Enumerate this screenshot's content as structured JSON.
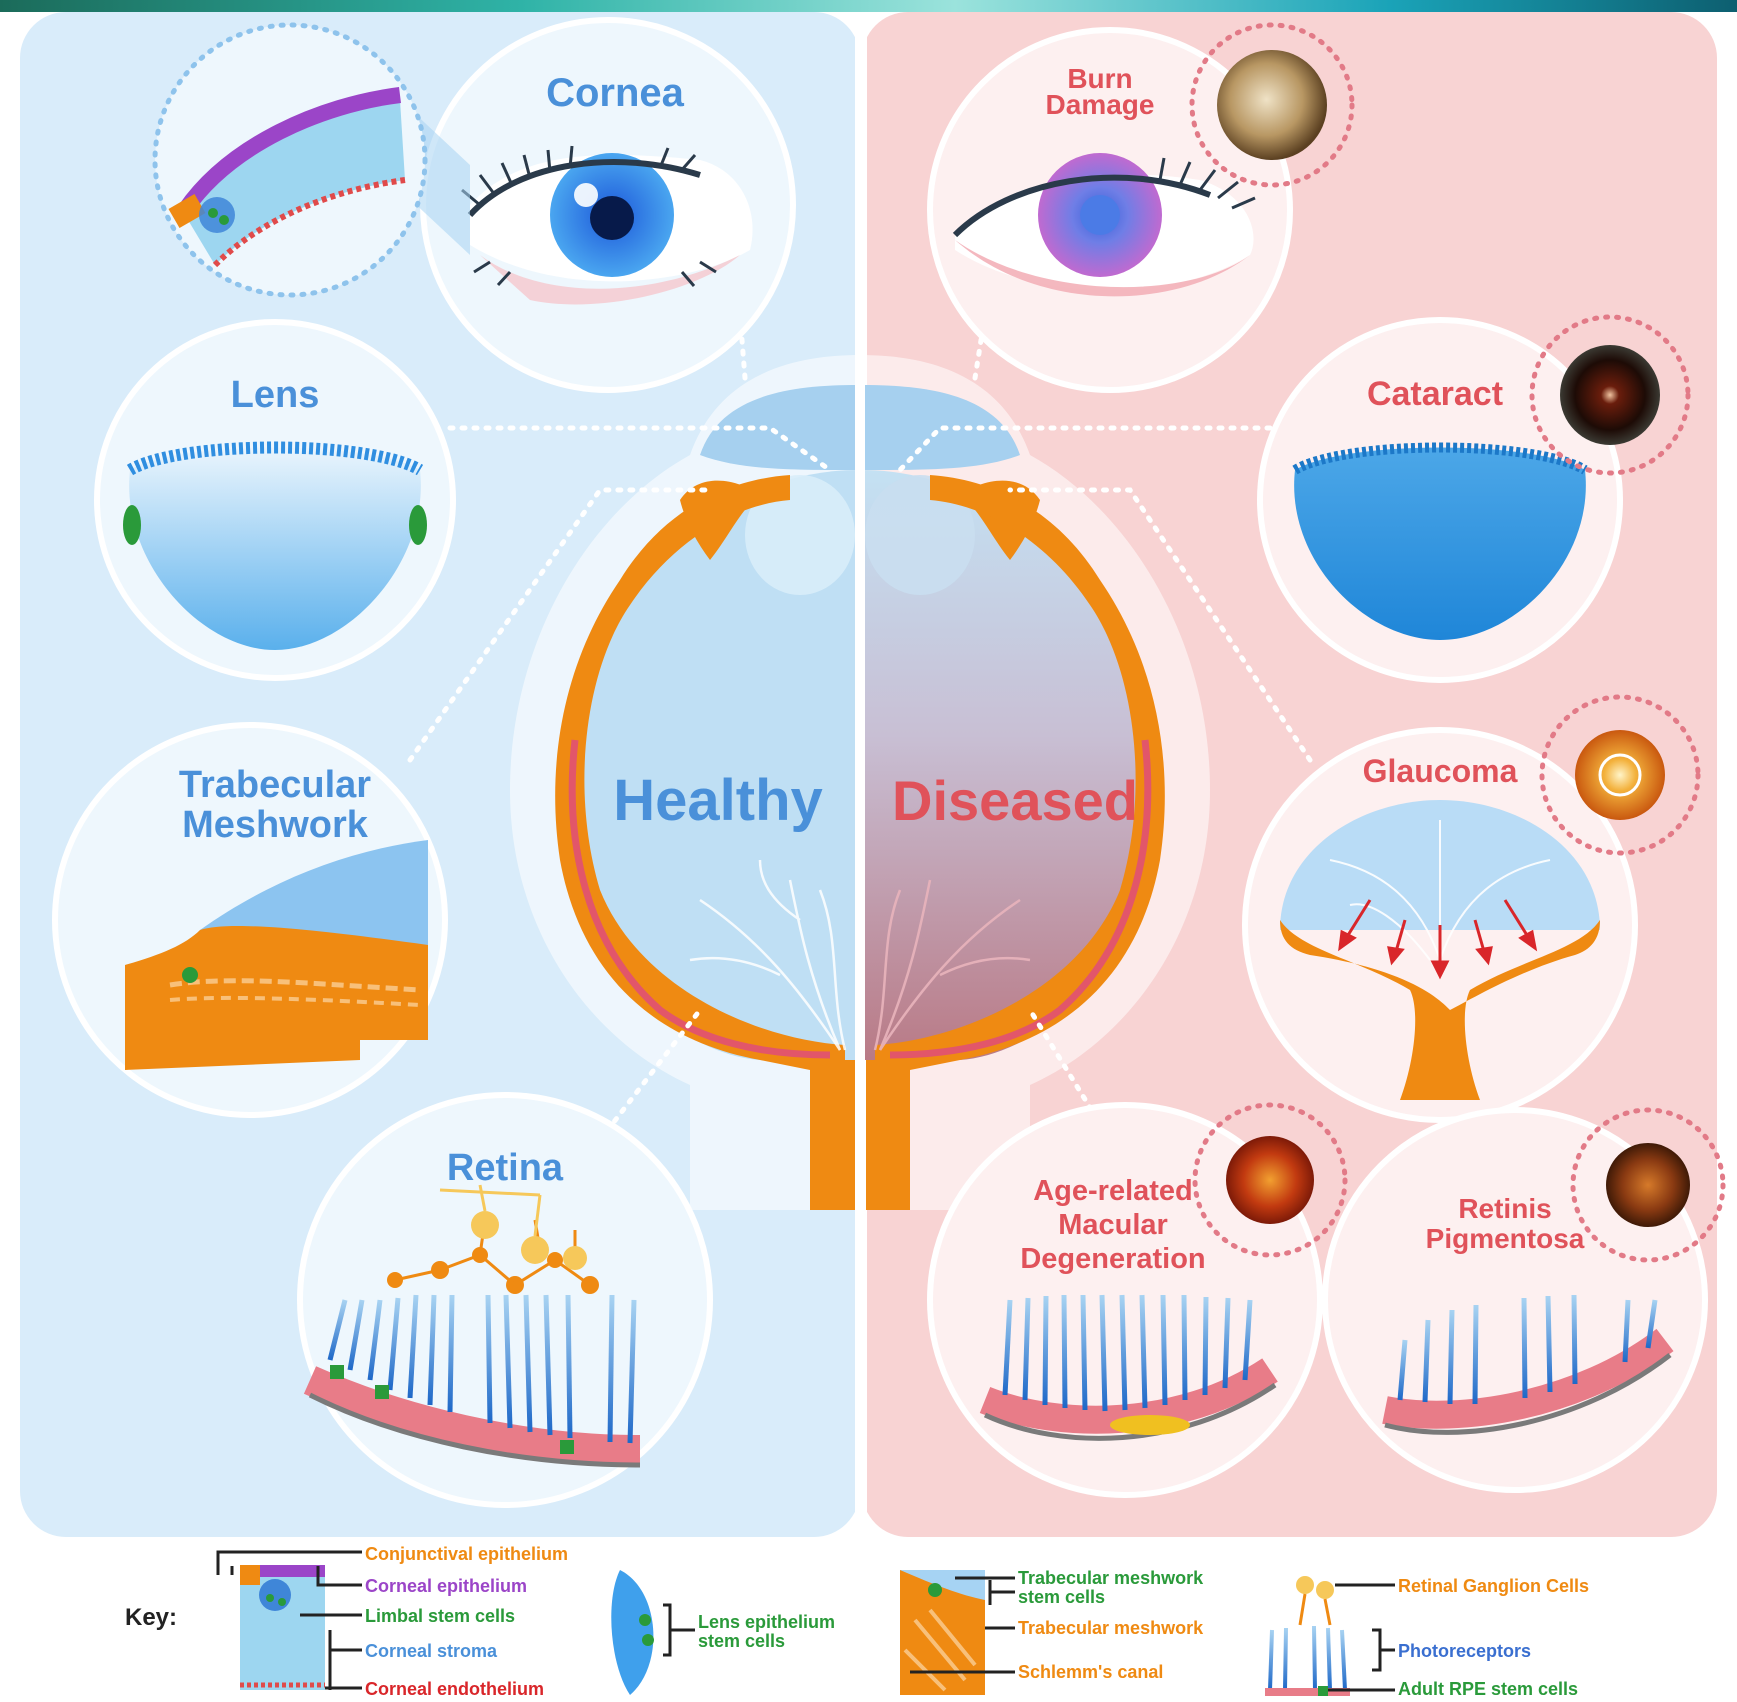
{
  "healthy": {
    "title": "Healthy",
    "cornea": "Cornea",
    "lens": "Lens",
    "trabecular_line1": "Trabecular",
    "trabecular_line2": "Meshwork",
    "retina": "Retina"
  },
  "diseased": {
    "title": "Diseased",
    "burn_line1": "Burn",
    "burn_line2": "Damage",
    "cataract": "Cataract",
    "glaucoma": "Glaucoma",
    "amd_line1": "Age-related",
    "amd_line2": "Macular",
    "amd_line3": "Degeneration",
    "rp_line1": "Retinis",
    "rp_line2": "Pigmentosa"
  },
  "key": {
    "title": "Key:",
    "cornea_group": {
      "conjunctival": "Conjunctival epithelium",
      "corneal_epi": "Corneal epithelium",
      "limbal": "Limbal stem cells",
      "stroma": "Corneal stroma",
      "endothelium": "Corneal endothelium"
    },
    "lens_group": {
      "line1": "Lens epithelium",
      "line2": "stem cells"
    },
    "trabecular_group": {
      "stem_line1": "Trabecular meshwork",
      "stem_line2": "stem cells",
      "meshwork": "Trabecular meshwork",
      "schlemm": "Schlemm's canal"
    },
    "retina_group": {
      "ganglion": "Retinal Ganglion Cells",
      "photoreceptors": "Photoreceptors",
      "rpe": "Adult RPE stem cells"
    }
  },
  "colors": {
    "healthy_bg": "#d9ecfa",
    "diseased_bg": "#f8d3d3",
    "healthy_text": "#4a90d9",
    "diseased_text": "#e0525a",
    "orange": "#ef8a12",
    "purple": "#9b45c8",
    "green": "#2a9a3a",
    "red_text": "#d9262a"
  }
}
